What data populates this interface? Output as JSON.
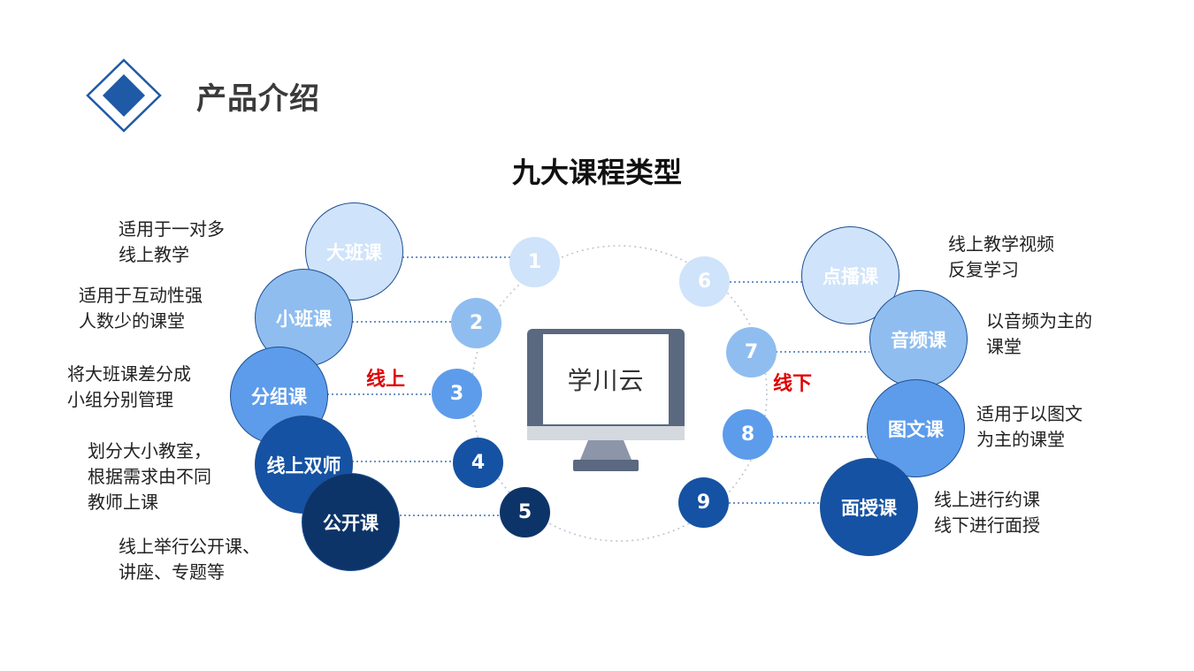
{
  "header": {
    "title": "产品介绍",
    "icon": "diamond-icon",
    "accent": "#1f5aa6"
  },
  "main_title": "九大课程类型",
  "monitor": {
    "icon": "monitor-icon",
    "screen_text": "学川云"
  },
  "tags": {
    "online": "线上",
    "offline": "线下",
    "color": "#e00000"
  },
  "courses": [
    {
      "num": "1",
      "name": "大班课",
      "desc": [
        "适用于一对多",
        "线上教学"
      ],
      "color": "#cfe3fa",
      "num_color": "#cfe3fa"
    },
    {
      "num": "2",
      "name": "小班课",
      "desc": [
        "适用于互动性强",
        "人数少的课堂"
      ],
      "color": "#8fbdf0",
      "num_color": "#8fbdf0"
    },
    {
      "num": "3",
      "name": "分组课",
      "desc": [
        "将大班课差分成",
        "小组分别管理"
      ],
      "color": "#5d9ceb",
      "num_color": "#5d9ceb"
    },
    {
      "num": "4",
      "name": "线上双师",
      "desc": [
        "划分大小教室，",
        "根据需求由不同",
        "教师上课"
      ],
      "color": "#1552a3",
      "num_color": "#1552a3"
    },
    {
      "num": "5",
      "name": "公开课",
      "desc": [
        "线上举行公开课、",
        "讲座、专题等"
      ],
      "color": "#0d3468",
      "num_color": "#0d3468"
    },
    {
      "num": "6",
      "name": "点播课",
      "desc": [
        "线上教学视频",
        "反复学习"
      ],
      "color": "#cfe3fa",
      "num_color": "#cfe3fa"
    },
    {
      "num": "7",
      "name": "音频课",
      "desc": [
        "以音频为主的",
        "课堂"
      ],
      "color": "#8fbdf0",
      "num_color": "#8fbdf0"
    },
    {
      "num": "8",
      "name": "图文课",
      "desc": [
        "适用于以图文",
        "为主的课堂"
      ],
      "color": "#5d9ceb",
      "num_color": "#5d9ceb"
    },
    {
      "num": "9",
      "name": "面授课",
      "desc": [
        "线上进行约课",
        "线下进行面授"
      ],
      "color": "#1552a3",
      "num_color": "#1552a3"
    }
  ]
}
